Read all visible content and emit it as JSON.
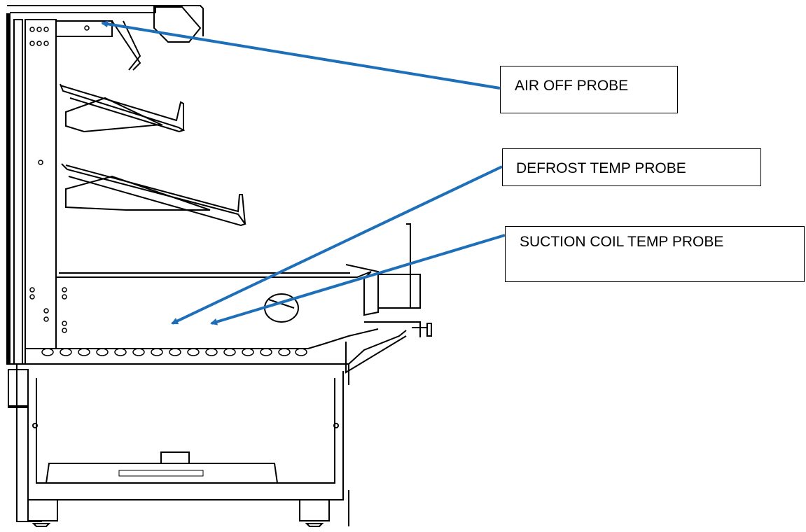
{
  "callouts": {
    "air_off": "AIR OFF PROBE",
    "defrost": "DEFROST TEMP PROBE",
    "suction": "SUCTION COIL TEMP PROBE"
  },
  "colors": {
    "line": "#000000",
    "arrow": "#1c6fb8",
    "background": "#ffffff"
  }
}
